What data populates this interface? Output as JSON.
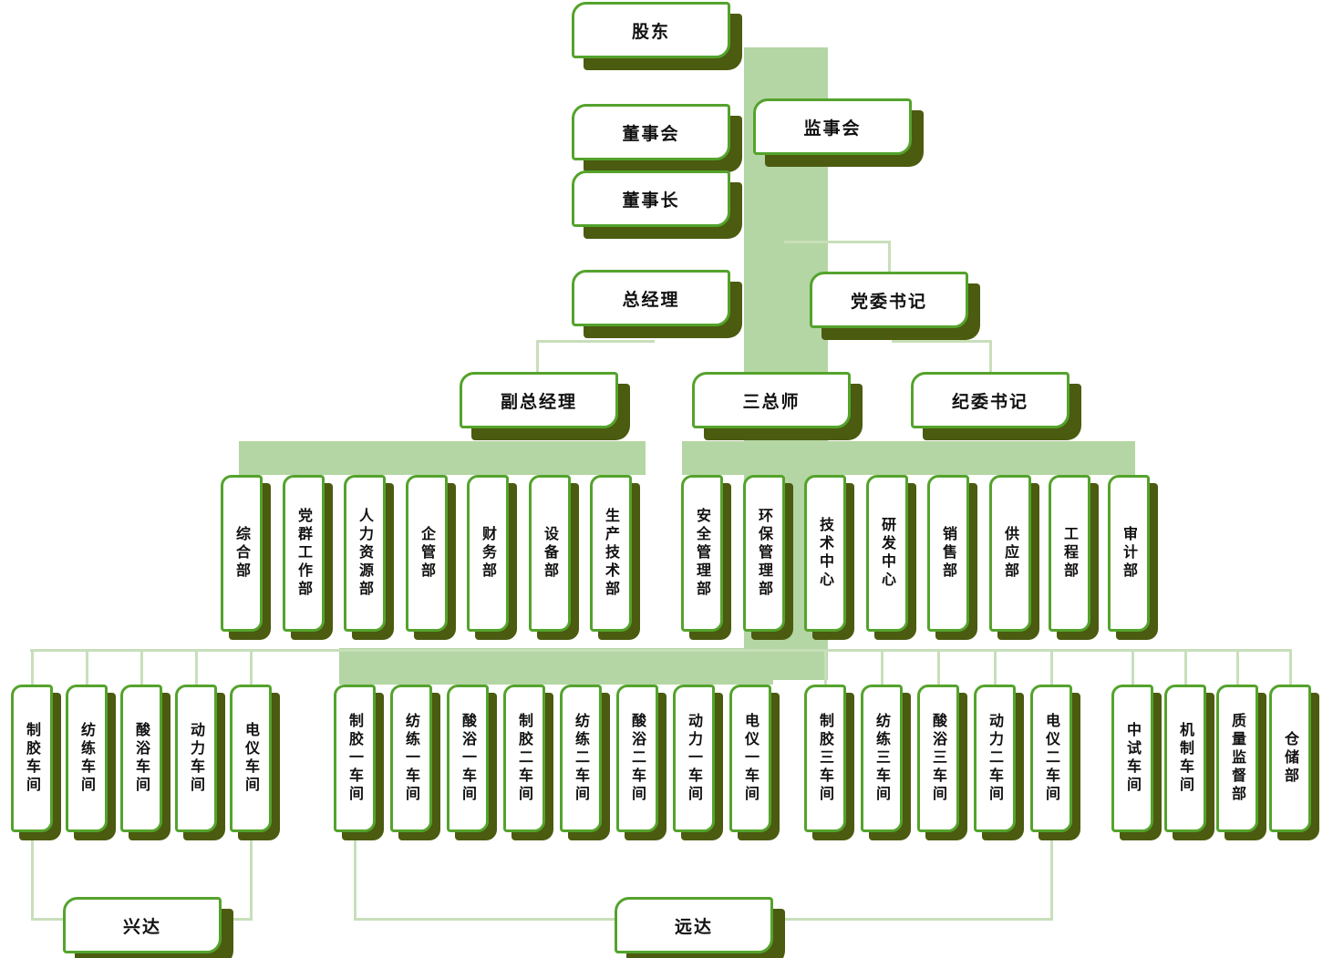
{
  "nodes": {
    "shareholders": "股东",
    "board": "董事会",
    "supervisory_board": "监事会",
    "chairman": "董事长",
    "general_manager": "总经理",
    "party_secretary": "党委书记",
    "deputy_general_manager": "副总经理",
    "three_chiefs": "三总师",
    "discipline_secretary": "纪委书记",
    "xingda": "兴达",
    "yuanda": "远达"
  },
  "departments_left": [
    "综合部",
    "党群工作部",
    "人力资源部",
    "企管部",
    "财务部",
    "设备部",
    "生产技术部"
  ],
  "departments_right": [
    "安全管理部",
    "环保管理部",
    "技术中心",
    "研发中心",
    "销售部",
    "供应部",
    "工程部",
    "审计部"
  ],
  "workshops_left": [
    "制胶车间",
    "纺练车间",
    "酸浴车间",
    "动力车间",
    "电仪车间"
  ],
  "workshops_center": [
    "制胶一车间",
    "纺练一车间",
    "酸浴一车间",
    "制胶二车间",
    "纺练二车间",
    "酸浴二车间",
    "动力一车间",
    "电仪一车间"
  ],
  "workshops_right": [
    "制胶三车间",
    "纺练三车间",
    "酸浴三车间",
    "动力二车间",
    "电仪二车间"
  ],
  "workshops_far_right": [
    "中试车间",
    "机制车间",
    "质量监督部",
    "仓储部"
  ],
  "colors": {
    "box_border": "#54a32c",
    "box_shadow": "#4b5b10",
    "box_face": "#ffffff",
    "band": "#b4d6a4",
    "line": "#c8dfba",
    "text": "#111111"
  }
}
